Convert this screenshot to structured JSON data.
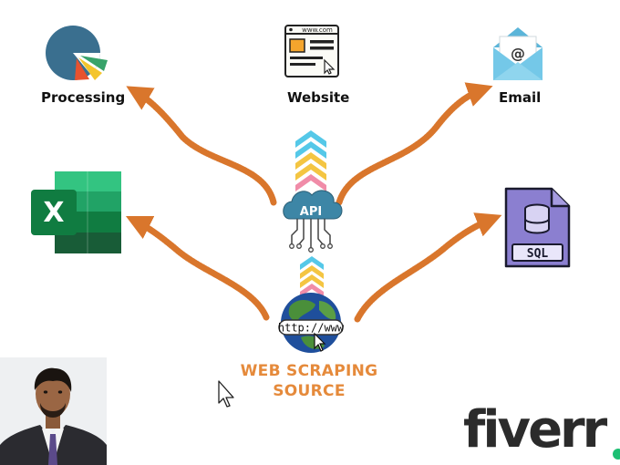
{
  "nodes": {
    "processing": {
      "label": "Processing",
      "icon": "pie-chart-icon"
    },
    "website": {
      "label": "Website",
      "icon": "browser-window-icon",
      "url": "www.com"
    },
    "email": {
      "label": "Email",
      "icon": "envelope-icon",
      "symbol": "@"
    },
    "excel": {
      "icon": "excel-icon",
      "letter": "X"
    },
    "database": {
      "icon": "sql-file-icon",
      "text": "SQL"
    },
    "api": {
      "icon": "api-cloud-icon",
      "text": "API"
    },
    "globe": {
      "icon": "globe-icon",
      "url_text": "http://www"
    }
  },
  "source": {
    "line1": "WEB SCRAPING",
    "line2": "SOURCE"
  },
  "brand": {
    "name": "fiverr"
  },
  "colors": {
    "arrow": "#d9762c",
    "accent": "#e58a3b",
    "excel": "#1d7044",
    "sql": "#8b7fd0",
    "brand_dot": "#1dbf73"
  }
}
